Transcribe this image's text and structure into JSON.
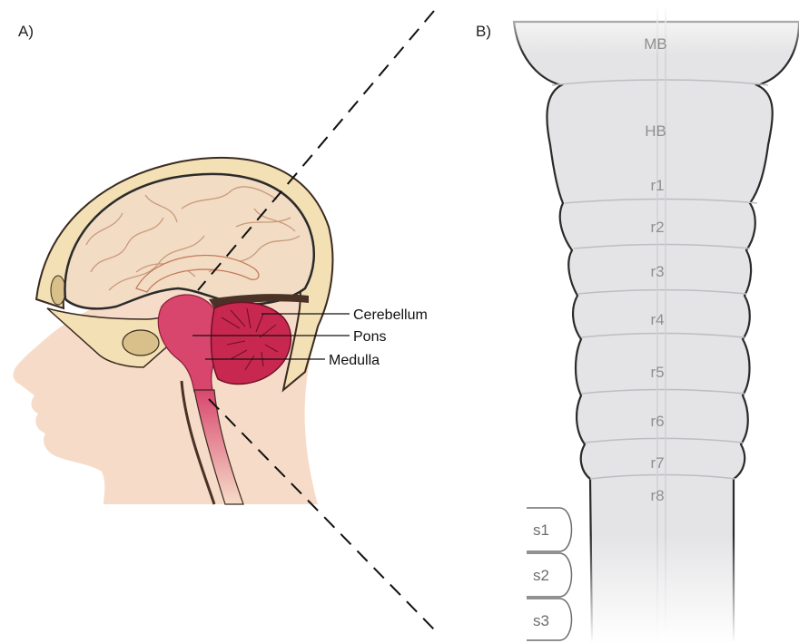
{
  "panels": {
    "a": {
      "label": "A)",
      "callouts": [
        "Cerebellum",
        "Pons",
        "Medulla"
      ]
    },
    "b": {
      "label": "B)",
      "segments": [
        "MB",
        "HB",
        "r1",
        "r2",
        "r3",
        "r4",
        "r5",
        "r6",
        "r7",
        "r8"
      ],
      "somites": [
        "s1",
        "s2",
        "s3"
      ]
    }
  },
  "colors": {
    "skin": "#f6dcc8",
    "skull": "#f3e0b4",
    "brain": "#f2dcc4",
    "brainstem_pink": "#d8466e",
    "cerebellum": "#c8284f",
    "neural_tube": "#e4e4e6",
    "segment_label": "#8f8f8f"
  }
}
